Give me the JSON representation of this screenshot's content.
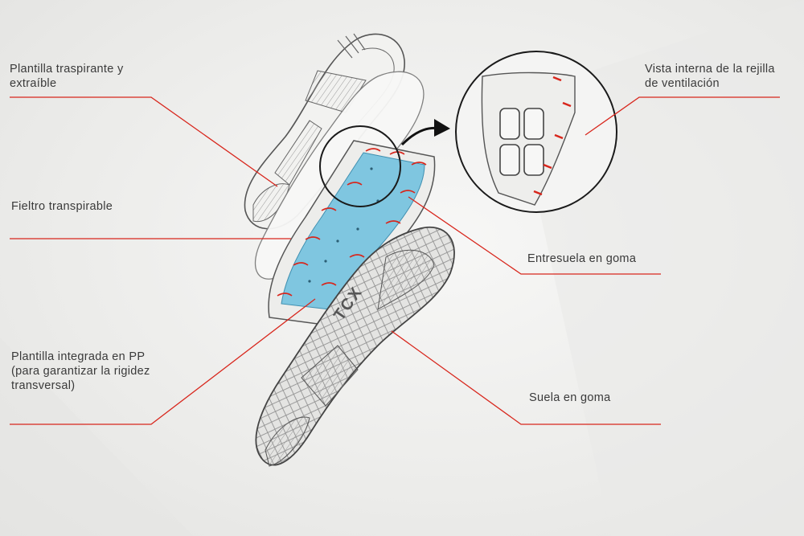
{
  "labels": {
    "insole": {
      "line1": "Plantilla traspirante y",
      "line2": "extraíble"
    },
    "felt": {
      "line1": "Fieltro transpirable"
    },
    "pp_insole": {
      "line1": "Plantilla integrada en PP",
      "line2": "(para garantizar la rigidez",
      "line3": "transversal)"
    },
    "vent_view": {
      "line1": "Vista interna de la rejilla",
      "line2": "de ventilación"
    },
    "midsole": {
      "line1": "Entresuela en goma"
    },
    "outsole": {
      "line1": "Suela en goma"
    }
  },
  "brand_mark": "TCX",
  "colors": {
    "leader_line": "#d8261c",
    "sketch_stroke": "#555555",
    "midsole_fill": "#7fc6e0",
    "label_text": "#3a3a3a"
  }
}
